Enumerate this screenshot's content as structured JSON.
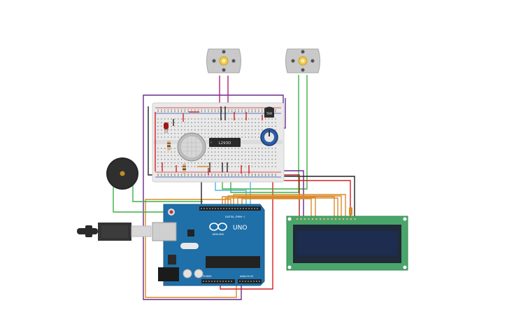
{
  "components": {
    "arduino": {
      "logo_text": "ARDUINO",
      "model_text": "UNO",
      "digital_header_label": "DIGITAL (PWM~)",
      "power_label": "POWER",
      "analog_label": "ANALOG IN"
    },
    "ic_chip": {
      "label": "L293D"
    },
    "temp_sensor": {
      "label": "TMP"
    },
    "lcd": {
      "type": "16x2 LCD"
    },
    "motors": [
      "DC Motor 1",
      "DC Motor 2"
    ],
    "buzzer": "Piezo Buzzer",
    "gas_sensor": "Gas Sensor",
    "potentiometer": "Potentiometer",
    "led": "Red LED"
  },
  "colors": {
    "wire_green": "#3cb043",
    "wire_red": "#d62020",
    "wire_black": "#222222",
    "wire_purple": "#6a2a8a",
    "wire_orange": "#d98a2b",
    "wire_cyan": "#4fb6d8",
    "wire_magenta": "#b0207a",
    "arduino_blue": "#1f6fa8",
    "lcd_green": "#4aa56a",
    "lcd_screen": "#1c2d4f",
    "breadboard": "#e9e9e9"
  }
}
